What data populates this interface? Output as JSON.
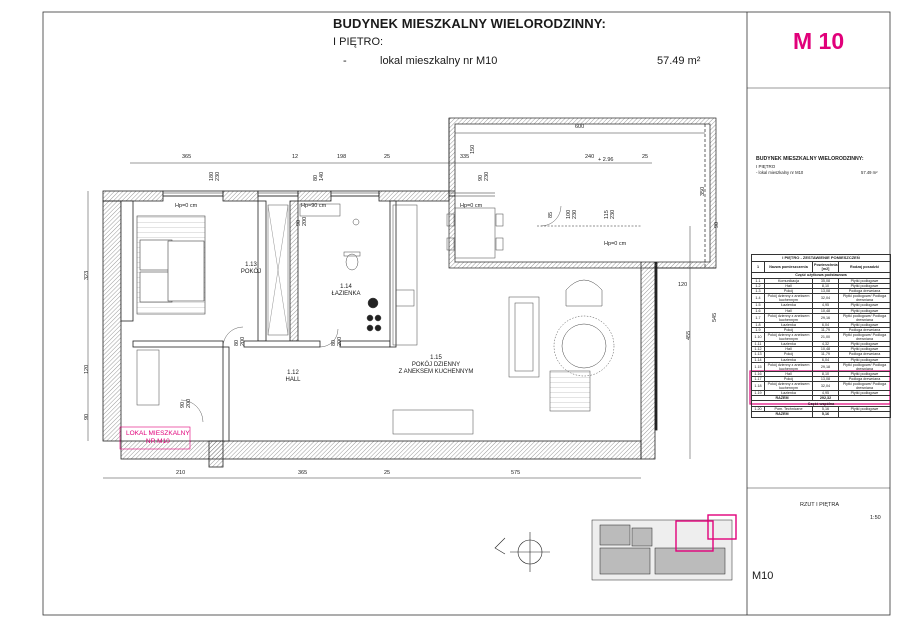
{
  "header": {
    "title": "BUDYNEK MIESZKALNY WIELORODZINNY:",
    "floor": "I PIĘTRO:",
    "dash": "-",
    "unit_label": "lokal mieszkalny nr M10",
    "area": "57.49 m²"
  },
  "title_block": {
    "code": "M 10",
    "mini_title": "BUDYNEK MIESZKALNY WIELORODZINNY:",
    "mini_floor": "I PIĘTRO",
    "mini_line": "-      lokal mieszkalny nr M10",
    "mini_area": "57.49 m²",
    "view_name": "RZUT I PIĘTRA",
    "scale": "1:50",
    "bottom_code": "M10",
    "highlight_color": "#e1007a"
  },
  "room_table": {
    "caption": "I PIĘTRO - ZESTAWIENIE POMIESZCZEŃ",
    "headers": [
      "1",
      "Nazwa pomieszczenia",
      "Powierzchnia [m2]",
      "Rodzaj posadzki"
    ],
    "section_usable": "Część użytkowa podstawowa",
    "rows": [
      {
        "no": "1.1",
        "name": "Komunikacja",
        "area": "35,08",
        "floor": "Płytki podłogowe",
        "hl": false
      },
      {
        "no": "1.2",
        "name": "Hall",
        "area": "8,10",
        "floor": "Płytki podłogowe",
        "hl": false
      },
      {
        "no": "1.3",
        "name": "Pokój",
        "area": "13,08",
        "floor": "Podłoga drewniana",
        "hl": false
      },
      {
        "no": "1.4",
        "name": "Pokój dzienny z aneksem kuchennym",
        "area": "32,04",
        "floor": "Płytki podłogowe/ Podłoga drewniana",
        "hl": false
      },
      {
        "no": "1.5",
        "name": "Łazienka",
        "area": "4,95",
        "floor": "Płytki podłogowe",
        "hl": false
      },
      {
        "no": "1.6",
        "name": "Hall",
        "area": "10,48",
        "floor": "Płytki podłogowe",
        "hl": false
      },
      {
        "no": "1.7",
        "name": "Pokój dzienny z aneksem kuchennym",
        "area": "29,16",
        "floor": "Płytki podłogowe/ Podłoga drewniana",
        "hl": false
      },
      {
        "no": "1.8",
        "name": "Łazienka",
        "area": "6,04",
        "floor": "Płytki podłogowe",
        "hl": false
      },
      {
        "no": "1.9",
        "name": "Pokój",
        "area": "11,79",
        "floor": "Podłoga drewniana",
        "hl": false
      },
      {
        "no": "1.10",
        "name": "Pokój dzienny z aneksem kuchennym",
        "area": "21,00",
        "floor": "Płytki podłogowe/ Podłoga drewniana",
        "hl": false
      },
      {
        "no": "1.11",
        "name": "Łazienka",
        "area": "4,32",
        "floor": "Płytki podłogowe",
        "hl": false
      },
      {
        "no": "1.12",
        "name": "Hall",
        "area": "10,48",
        "floor": "Płytki podłogowe",
        "hl": true
      },
      {
        "no": "1.13",
        "name": "Pokój",
        "area": "11,79",
        "floor": "Podłoga drewniana",
        "hl": true
      },
      {
        "no": "1.14",
        "name": "Łazienka",
        "area": "6,04",
        "floor": "Płytki podłogowe",
        "hl": true
      },
      {
        "no": "1.15",
        "name": "Pokój dzienny z aneksem kuchennym",
        "area": "29,18",
        "floor": "Płytki podłogowe/ Podłoga drewniana",
        "hl": true
      },
      {
        "no": "1.16",
        "name": "Hall",
        "area": "8,10",
        "floor": "Płytki podłogowe",
        "hl": false
      },
      {
        "no": "1.17",
        "name": "Pokój",
        "area": "13,08",
        "floor": "Podłoga drewniana",
        "hl": false
      },
      {
        "no": "1.18",
        "name": "Pokój dzienny z aneksem kuchennym",
        "area": "32,04",
        "floor": "Płytki podłogowe/ Podłoga drewniana",
        "hl": false
      },
      {
        "no": "1.19",
        "name": "Łazienka",
        "area": "4,95",
        "floor": "Płytki podłogowe",
        "hl": false
      }
    ],
    "sum_label": "RAZEM",
    "sum_value": "292,32",
    "section_common": "Część wspólna",
    "common_rows": [
      {
        "no": "1.20",
        "name": "Pom. Techniczne",
        "area": "5,16",
        "floor": "Płytki podłogowe"
      }
    ],
    "sum2_label": "RAZEM",
    "sum2_value": "5,16"
  },
  "plan": {
    "rooms": {
      "r113": {
        "no": "1.13",
        "name": "POKÓJ"
      },
      "r114": {
        "no": "1.14",
        "name": "ŁAZIENKA"
      },
      "r112": {
        "no": "1.12",
        "name": "HALL"
      },
      "r115": {
        "no": "1.15",
        "name": "POKÓJ DZIENNY",
        "name2": "Z ANEKSEM KUCHENNYM"
      }
    },
    "unit_tag": {
      "line1": "LOKAL MIESZKALNY",
      "line2": "NR M10"
    },
    "level_marks": {
      "a": "Hp=0 cm",
      "b": "Hp=90 cm",
      "c": "Hp=0 cm",
      "d": "Hp=0 cm"
    },
    "terrace_level": "+ 2.96",
    "dims_top": [
      "365",
      "12",
      "198",
      "25",
      "335",
      "240",
      "25"
    ],
    "dims_bottom": [
      "210",
      "365",
      "25",
      "575"
    ],
    "dims_left": [
      "323",
      "120",
      "90"
    ],
    "dims_right": [
      "90",
      "545",
      "455",
      "120"
    ],
    "terrace_dims": [
      "600",
      "350",
      "150"
    ],
    "window_dims": [
      "180",
      "230",
      "80",
      "140",
      "90",
      "230",
      "100",
      "230",
      "115",
      "230"
    ],
    "door_dims": [
      "80",
      "200",
      "80",
      "200",
      "90",
      "200",
      "90",
      "200",
      "85"
    ]
  }
}
